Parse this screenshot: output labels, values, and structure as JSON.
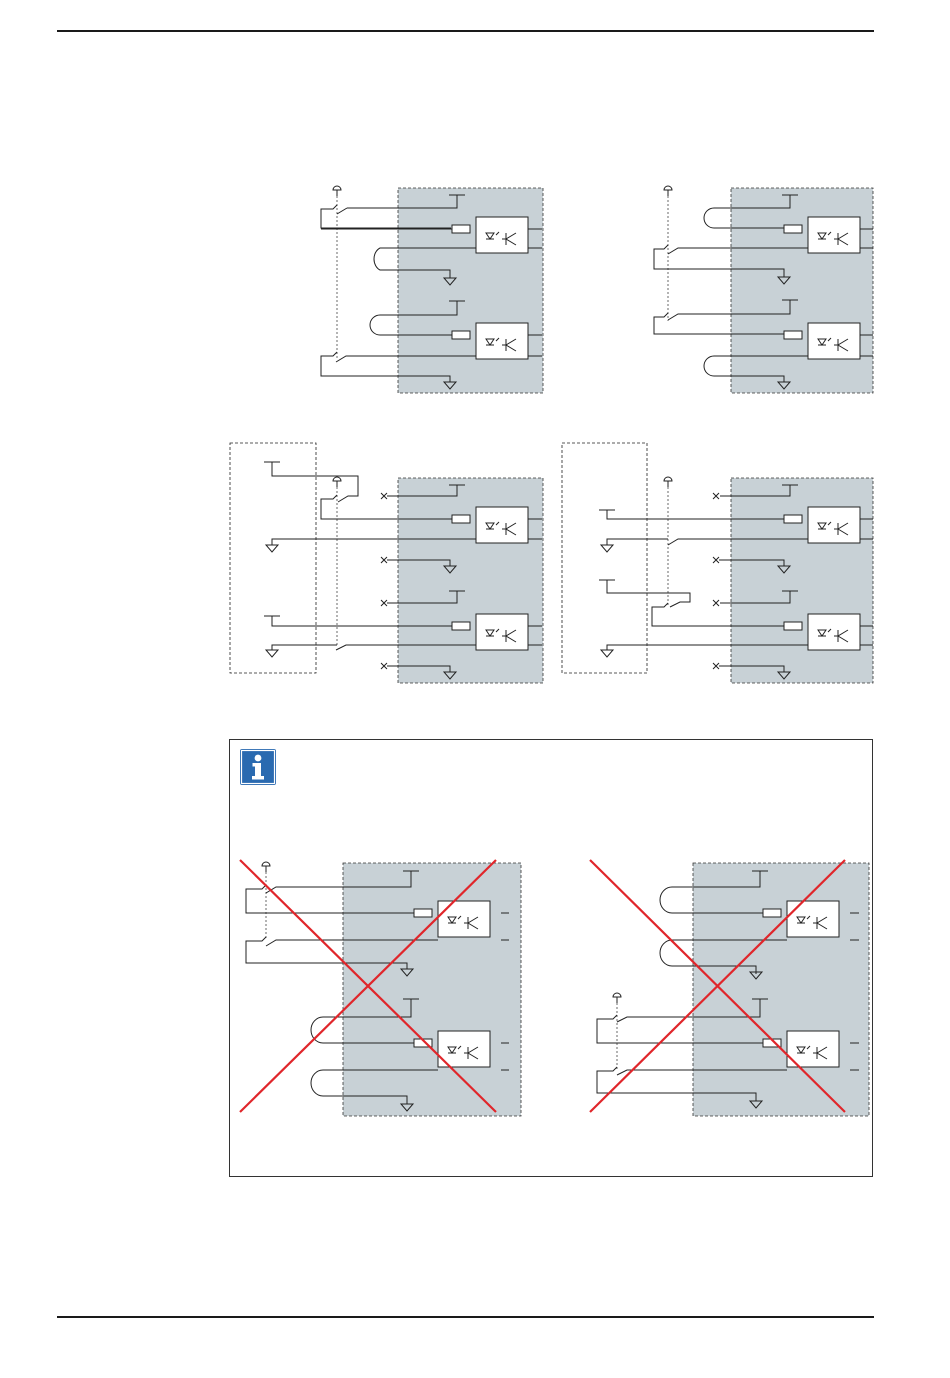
{
  "page": {
    "header_rule": "",
    "footer_rule": ""
  },
  "figures": {
    "row1": [
      "emergency-stop-wiring-a",
      "emergency-stop-wiring-b"
    ],
    "row2": [
      "external-supply-wiring-a",
      "external-supply-wiring-b"
    ]
  },
  "note": {
    "icon": "info-icon",
    "icon_color": "#2a6ab0",
    "incorrect_examples": [
      "incorrect-wiring-a",
      "incorrect-wiring-b"
    ],
    "cross_color": "#e0262b"
  },
  "colors": {
    "unit_fill": "#c8d1d6"
  }
}
